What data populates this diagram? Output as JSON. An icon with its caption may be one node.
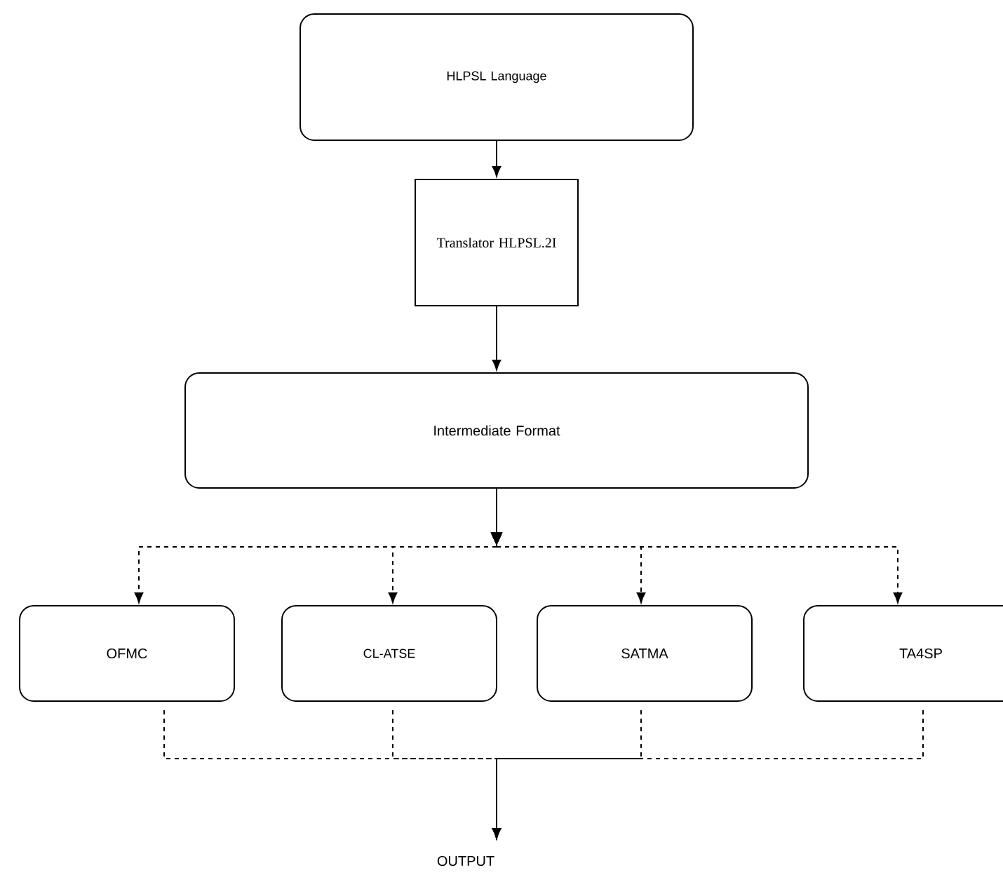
{
  "diagram": {
    "nodes": [
      {
        "text": [
          "HLPSL Language"
        ]
      },
      {
        "text": [
          "Translator HLPSL.2I"
        ]
      },
      {
        "text": [
          "Intermediate Format"
        ]
      },
      {
        "text": [
          "OFMC"
        ]
      },
      {
        "text": [
          "CL-ATSE"
        ]
      },
      {
        "text": [
          "SATMA"
        ]
      },
      {
        "text": [
          "TA4SP"
        ]
      },
      {
        "text": [
          "OUTPUT"
        ]
      }
    ],
    "edges": [
      {
        "from": 0,
        "to": 1,
        "arrow": "to"
      },
      {
        "from": 1,
        "to": 2,
        "arrow": "to"
      },
      {
        "from": 2,
        "to": 3,
        "arrow": "to",
        "style": "dashed"
      },
      {
        "from": 2,
        "to": 4,
        "arrow": "to",
        "style": "dashed"
      },
      {
        "from": 2,
        "to": 5,
        "arrow": "to",
        "style": "dashed"
      },
      {
        "from": 2,
        "to": 6,
        "arrow": "to",
        "style": "dashed"
      },
      {
        "from": 3,
        "to": 7,
        "arrow": "to",
        "style": "dashed"
      },
      {
        "from": 4,
        "to": 7,
        "arrow": "to",
        "style": "dashed"
      },
      {
        "from": 5,
        "to": 7,
        "arrow": "to",
        "style": "dashed"
      },
      {
        "from": 6,
        "to": 7,
        "arrow": "to",
        "style": "dashed"
      }
    ]
  }
}
